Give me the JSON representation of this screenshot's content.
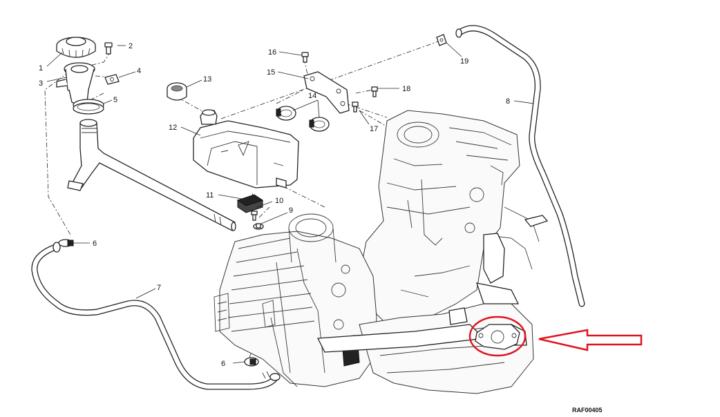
{
  "diagram": {
    "reference_code": "RAF00405",
    "callouts": [
      {
        "id": "1",
        "label": "1"
      },
      {
        "id": "2",
        "label": "2"
      },
      {
        "id": "3",
        "label": "3"
      },
      {
        "id": "4",
        "label": "4"
      },
      {
        "id": "5",
        "label": "5"
      },
      {
        "id": "6a",
        "label": "6"
      },
      {
        "id": "6b",
        "label": "6"
      },
      {
        "id": "7",
        "label": "7"
      },
      {
        "id": "8",
        "label": "8"
      },
      {
        "id": "9",
        "label": "9"
      },
      {
        "id": "10",
        "label": "10"
      },
      {
        "id": "11",
        "label": "11"
      },
      {
        "id": "12",
        "label": "12"
      },
      {
        "id": "13",
        "label": "13"
      },
      {
        "id": "14",
        "label": "14"
      },
      {
        "id": "15",
        "label": "15"
      },
      {
        "id": "16",
        "label": "16"
      },
      {
        "id": "17",
        "label": "17"
      },
      {
        "id": "18",
        "label": "18"
      },
      {
        "id": "19",
        "label": "19"
      }
    ],
    "highlight": {
      "circle_color": "#e0141e",
      "arrow_color": "#e0141e"
    }
  }
}
